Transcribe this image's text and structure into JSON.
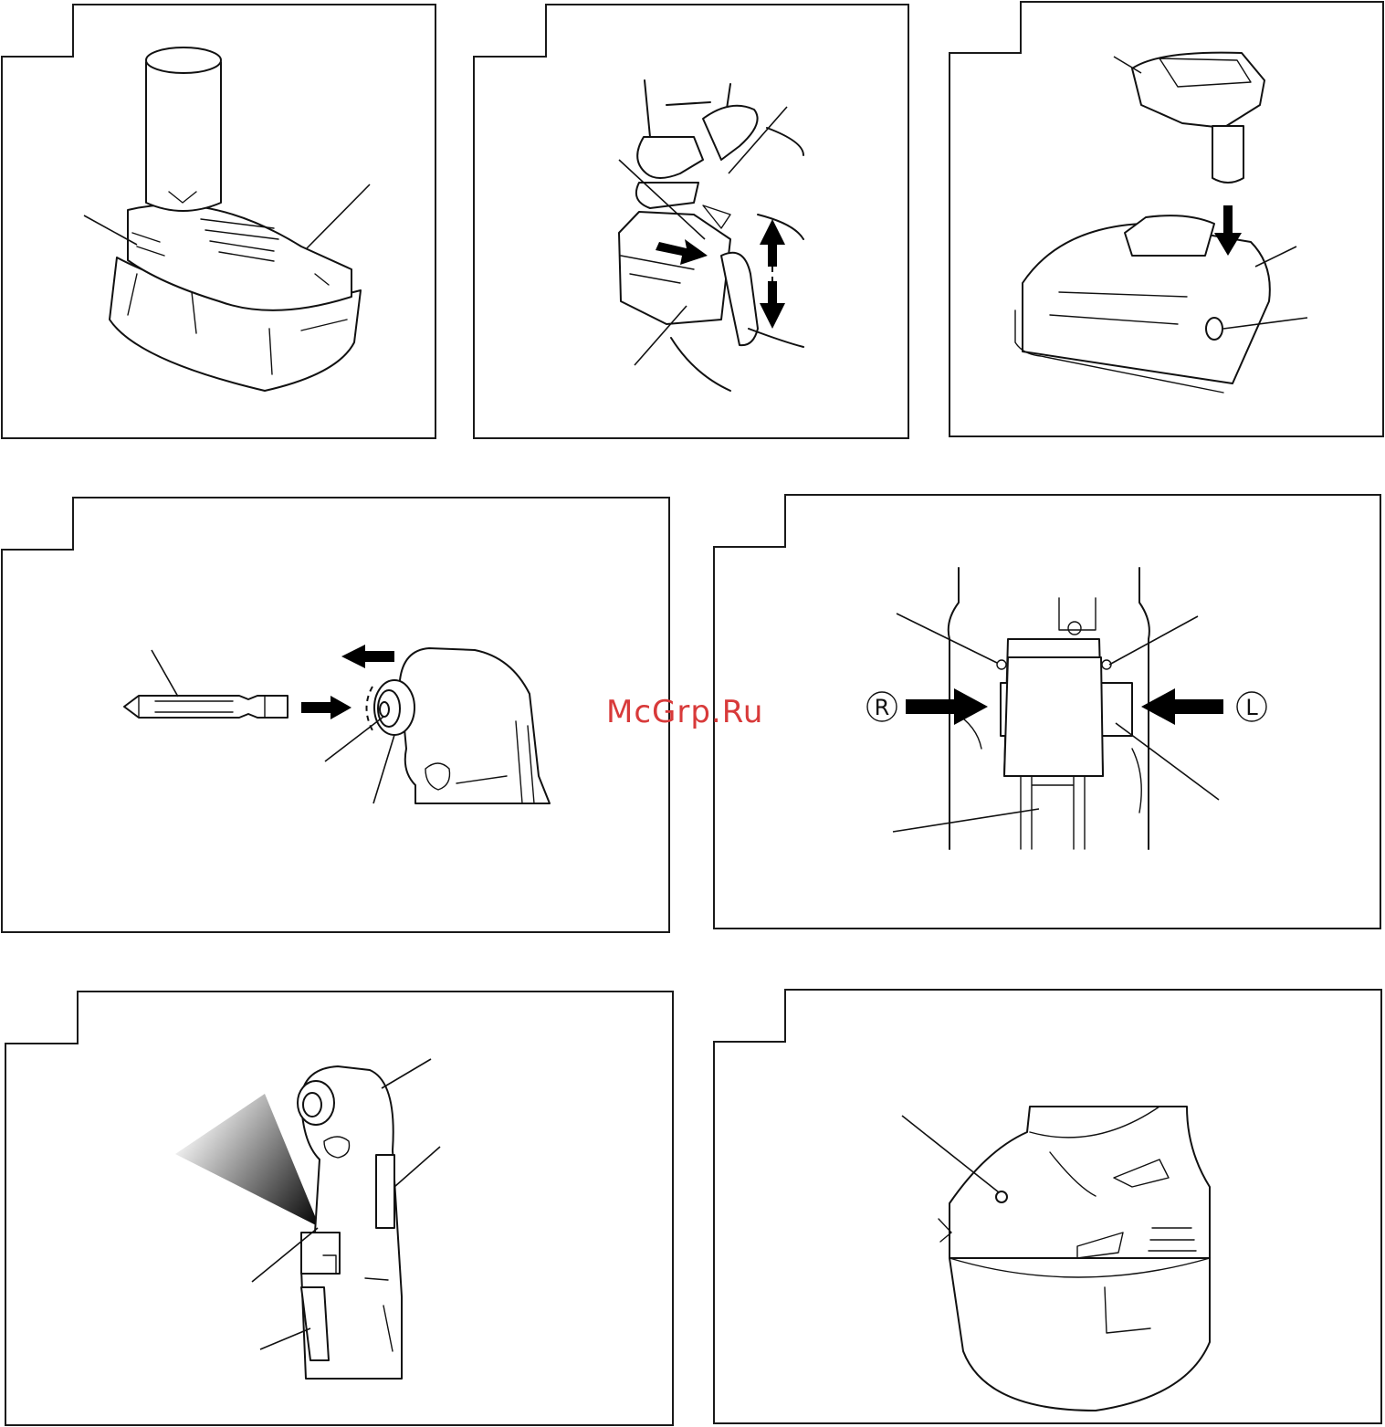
{
  "watermark": {
    "text": "McGrp.Ru",
    "color": "#d83a3a"
  },
  "symbols": {
    "right_rotation": "R",
    "left_rotation": "L"
  },
  "figures": [
    {
      "id": "fig1",
      "subject": "battery-pack-icon"
    },
    {
      "id": "fig2",
      "subject": "hand-removing-battery-icon"
    },
    {
      "id": "fig3",
      "subject": "battery-charger-icon"
    },
    {
      "id": "fig4",
      "subject": "bit-insertion-icon"
    },
    {
      "id": "fig5",
      "subject": "forward-reverse-switch-icon"
    },
    {
      "id": "fig6",
      "subject": "led-light-icon"
    },
    {
      "id": "fig7",
      "subject": "battery-indicator-icon"
    }
  ]
}
